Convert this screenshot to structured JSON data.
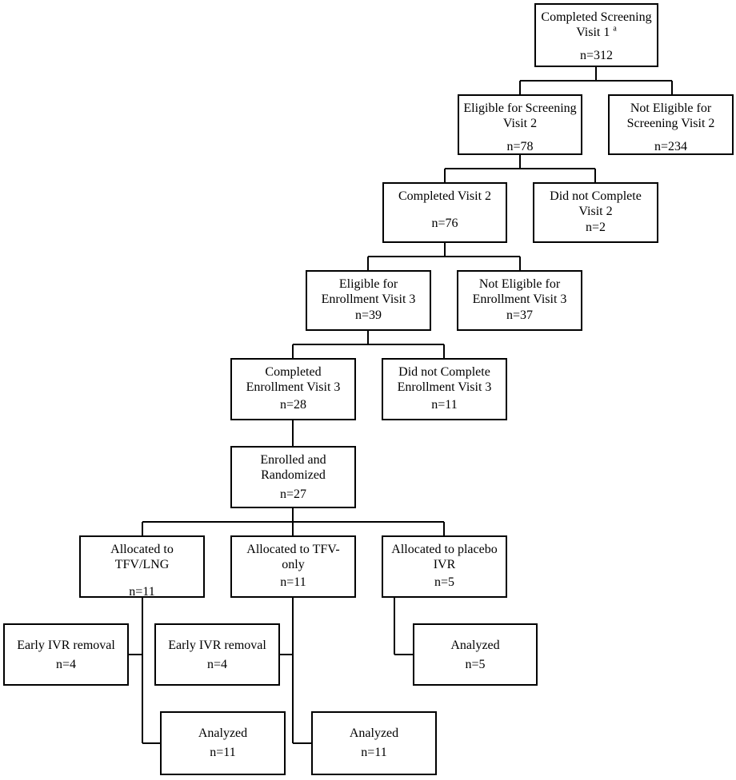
{
  "flow": {
    "screening1": {
      "line1": "Completed Screening",
      "line2": "Visit 1",
      "footnote": "a",
      "n": "n=312"
    },
    "eligible_s2": {
      "line1": "Eligible for Screening",
      "line2": "Visit 2",
      "n": "n=78"
    },
    "not_eligible_s2": {
      "line1": "Not Eligible for",
      "line2": "Screening Visit 2",
      "n": "n=234"
    },
    "completed_v2": {
      "line1": "Completed Visit 2",
      "n": "n=76"
    },
    "did_not_complete_v2": {
      "line1": "Did not Complete",
      "line2": "Visit 2",
      "n": "n=2"
    },
    "eligible_v3": {
      "line1": "Eligible for",
      "line2": "Enrollment Visit 3",
      "n": "n=39"
    },
    "not_eligible_v3": {
      "line1": "Not Eligible for",
      "line2": "Enrollment Visit 3",
      "n": "n=37"
    },
    "completed_v3": {
      "line1": "Completed",
      "line2": "Enrollment Visit 3",
      "n": "n=28"
    },
    "did_not_complete_v3": {
      "line1": "Did not Complete",
      "line2": "Enrollment Visit 3",
      "n": "n=11"
    },
    "enrolled": {
      "line1": "Enrolled and",
      "line2": "Randomized",
      "n": "n=27"
    },
    "alloc_tfv_lng": {
      "line1": "Allocated to",
      "line2": "TFV/LNG",
      "n": "n=11"
    },
    "alloc_tfv_only": {
      "line1": "Allocated to TFV-",
      "line2": "only",
      "n": "n=11"
    },
    "alloc_placebo": {
      "line1": "Allocated to placebo",
      "line2": "IVR",
      "n": "n=5"
    },
    "early_removal_1": {
      "line1": "Early IVR removal",
      "n": "n=4"
    },
    "early_removal_2": {
      "line1": "Early IVR removal",
      "n": "n=4"
    },
    "analyzed_placebo": {
      "line1": "Analyzed",
      "n": "n=5"
    },
    "analyzed_tfv_lng": {
      "line1": "Analyzed",
      "n": "n=11"
    },
    "analyzed_tfv_only": {
      "line1": "Analyzed",
      "n": "n=11"
    }
  }
}
